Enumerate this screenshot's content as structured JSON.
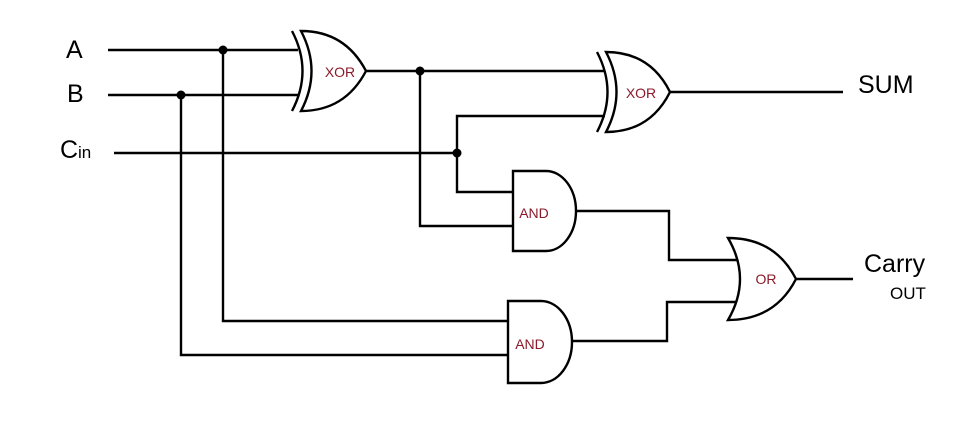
{
  "inputs": {
    "a": "A",
    "b": "B",
    "cin_main": "C",
    "cin_sub": "in"
  },
  "outputs": {
    "sum": "SUM",
    "carry_main": "Carry",
    "carry_sub": "OUT"
  },
  "gates": {
    "xor1": "XOR",
    "xor2": "XOR",
    "and1": "AND",
    "and2": "AND",
    "or1": "OR"
  },
  "colors": {
    "wire": "#000000",
    "gate_label": "#8b1a2a",
    "background": "#ffffff"
  }
}
